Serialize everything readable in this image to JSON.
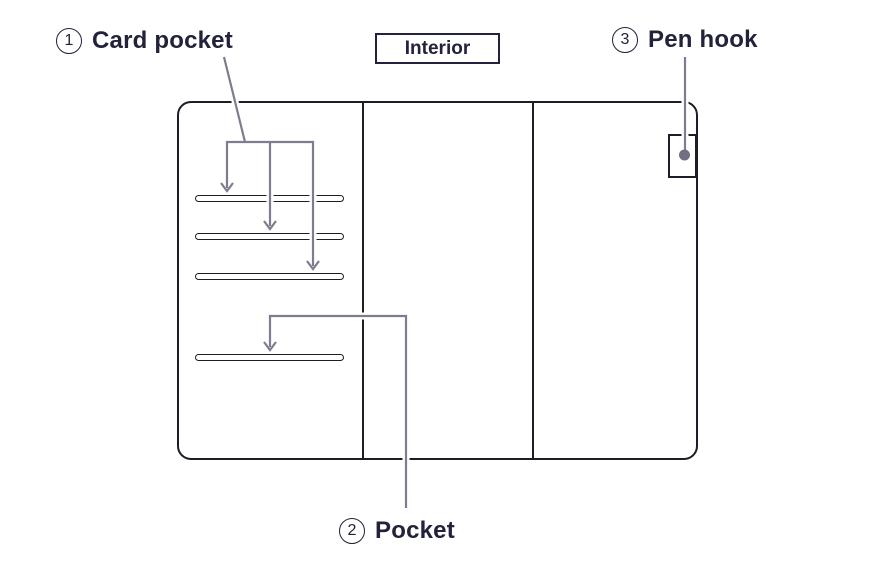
{
  "colors": {
    "ink": "#1d1d27",
    "text": "#22223a",
    "connector": "#7f7c90",
    "pen_hook_dot": "#726e84",
    "background": "#ffffff"
  },
  "badge": {
    "interior": "Interior"
  },
  "annotations": {
    "card_pocket": {
      "number": "1",
      "text": "Card pocket"
    },
    "pocket": {
      "number": "2",
      "text": "Pocket"
    },
    "pen_hook": {
      "number": "3",
      "text": "Pen hook"
    }
  },
  "diagram": {
    "subject": "Notebook cover interior",
    "card_slot_count": 3,
    "pocket_slot_count": 1,
    "panels": 3
  }
}
